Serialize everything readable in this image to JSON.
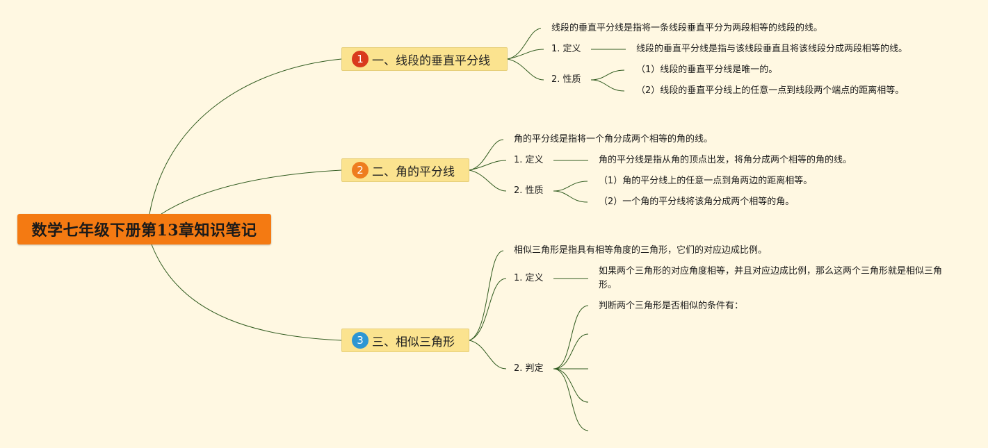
{
  "root": {
    "title": "数学七年级下册第13章知识笔记",
    "color": "#f47a12"
  },
  "branches": [
    {
      "number": "1",
      "badge_color": "#d93a1c",
      "title": "一、线段的垂直平分线",
      "summary": "线段的垂直平分线是指将一条线段垂直平分为两段相等的线段的线。",
      "definition_label": "1. 定义",
      "definition_text": "线段的垂直平分线是指与该线段垂直且将该线段分成两段相等的线。",
      "property_label": "2. 性质",
      "properties": [
        "（1）线段的垂直平分线是唯一的。",
        "（2）线段的垂直平分线上的任意一点到线段两个端点的距离相等。"
      ]
    },
    {
      "number": "2",
      "badge_color": "#ee7d1f",
      "title": "二、角的平分线",
      "summary": "角的平分线是指将一个角分成两个相等的角的线。",
      "definition_label": "1. 定义",
      "definition_text": "角的平分线是指从角的顶点出发，将角分成两个相等的角的线。",
      "property_label": "2. 性质",
      "properties": [
        "（1）角的平分线上的任意一点到角两边的距离相等。",
        "（2）一个角的平分线将该角分成两个相等的角。"
      ]
    },
    {
      "number": "3",
      "badge_color": "#2d96d3",
      "title": "三、相似三角形",
      "summary": "相似三角形是指具有相等角度的三角形，它们的对应边成比例。",
      "definition_label": "1. 定义",
      "definition_text": "如果两个三角形的对应角度相等，并且对应边成比例，那么这两个三角形就是相似三角形。",
      "judgment_label": "2. 判定",
      "judgment_intro": "判断两个三角形是否相似的条件有："
    }
  ],
  "line_color": "#2f5a1e"
}
